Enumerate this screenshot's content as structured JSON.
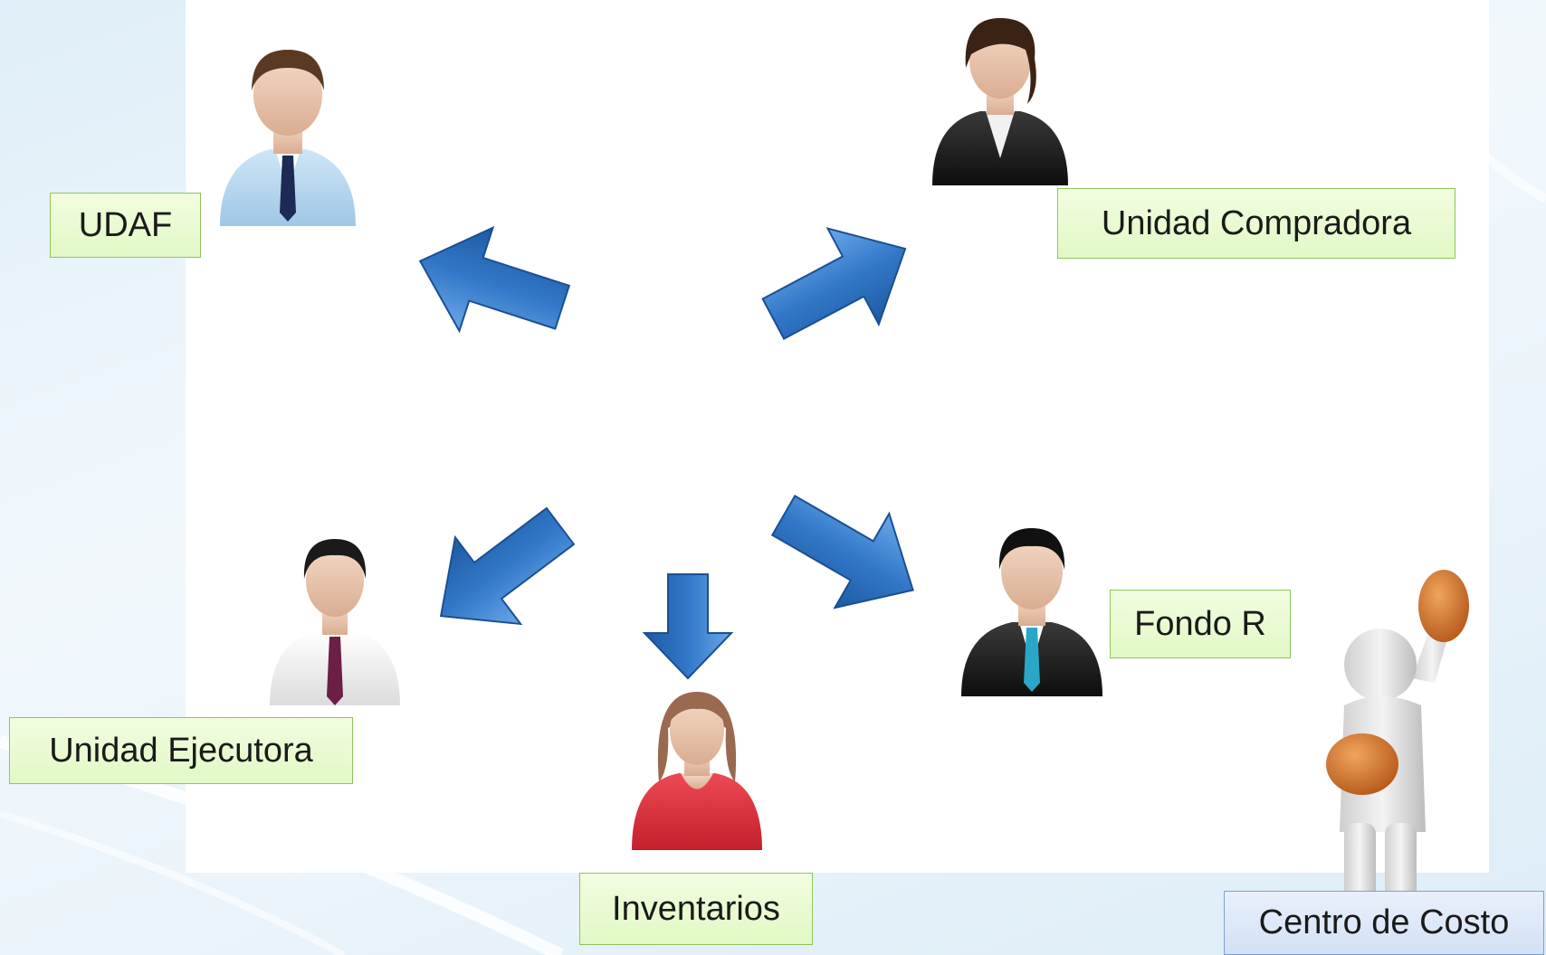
{
  "labels": {
    "udaf": "UDAF",
    "unidad_compradora": "Unidad Compradora",
    "unidad_ejecutora": "Unidad Ejecutora",
    "inventarios": "Inventarios",
    "fondo_r": "Fondo R",
    "centro_de_costo": "Centro de Costo"
  },
  "icons": {
    "udaf_person": "man-light-blue-suit-icon",
    "compradora_person": "woman-black-suit-icon",
    "ejecutora_person": "man-white-shirt-icon",
    "inventarios_person": "woman-red-top-icon",
    "fondo_person": "man-black-suit-icon",
    "centro_figure": "boxer-figure-icon"
  },
  "colors": {
    "label_fill": "#e2f8c6",
    "label_border": "#8fc45c",
    "blue_label_fill": "#d3e1f5",
    "arrow": "#2f6fc0"
  }
}
